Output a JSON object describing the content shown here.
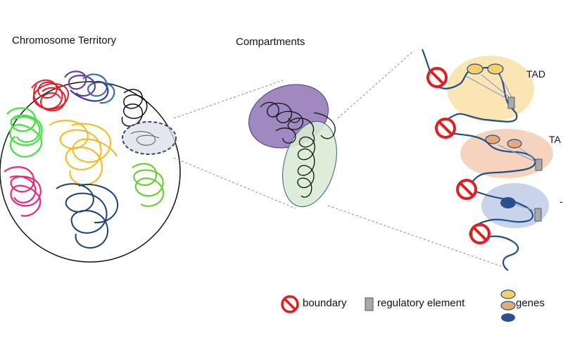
{
  "titles": {
    "territory": "Chromosome Territory",
    "compartments": "Compartments"
  },
  "tad_labels": [
    "TAD",
    "TA",
    "-"
  ],
  "legend": {
    "boundary": "boundary",
    "regulatory": "regulatory element",
    "genes": "genes"
  },
  "colors": {
    "compartment_a": "#8f73b5",
    "compartment_b": "#d9ebd3",
    "tad1": "#fbe6b3",
    "tad2": "#f6d3bd",
    "tad3": "#c9d3ea",
    "gene_yellow": "#f3d068",
    "gene_orange": "#e8a878",
    "gene_blue": "#2c4f8f",
    "boundary_red": "#e02020",
    "chromatin": "#1f4f8a",
    "reg_element": "#a7a9ad"
  },
  "icons": [
    "boundary-icon",
    "regulatory-element-icon",
    "gene-icons"
  ]
}
